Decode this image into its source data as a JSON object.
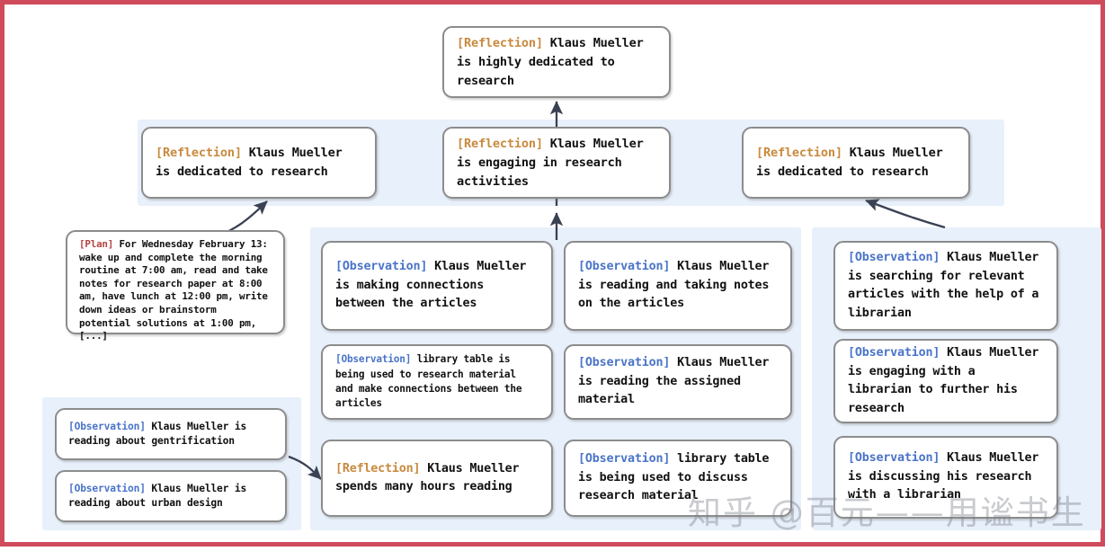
{
  "diagram": {
    "title": "Reflection tree for Klaus Mueller",
    "frame_color": "#cf4b5c",
    "band_color": "#e8f0fb",
    "node_border_color": "#8c8c8c",
    "tag_colors": {
      "reflection": "#c98a3e",
      "observation": "#4a74c9",
      "plan": "#b54242"
    }
  },
  "root": {
    "tag": "[Reflection]",
    "text": " Klaus Mueller is highly dedicated to research"
  },
  "reflections": [
    {
      "tag": "[Reflection]",
      "text": " Klaus Mueller is dedicated to research"
    },
    {
      "tag": "[Reflection]",
      "text": " Klaus Mueller is engaging in research activities"
    },
    {
      "tag": "[Reflection]",
      "text": " Klaus Mueller is dedicated to research"
    }
  ],
  "column_left": {
    "plan": {
      "tag": "[Plan]",
      "text": " For Wednesday February 13: wake up and complete the morning routine at 7:00 am, read and take notes for research paper at 8:00 am, have lunch at 12:00 pm, write down ideas or brainstorm potential solutions at 1:00 pm, [...]"
    },
    "observations": [
      {
        "tag": "[Observation]",
        "text": " Klaus Mueller is reading about gentrification"
      },
      {
        "tag": "[Observation]",
        "text": " Klaus Mueller is reading about urban design"
      }
    ]
  },
  "column_middle": [
    {
      "tag": "[Observation]",
      "text": " Klaus Mueller is making connections between the articles"
    },
    {
      "tag": "[Observation]",
      "text": " library table is being used to research material and make connections between the articles"
    },
    {
      "tag": "[Reflection]",
      "text": " Klaus Mueller spends many hours reading"
    }
  ],
  "column_center": [
    {
      "tag": "[Observation]",
      "text": " Klaus Mueller is reading and taking notes on the articles"
    },
    {
      "tag": "[Observation]",
      "text": " Klaus Mueller is reading the assigned material"
    },
    {
      "tag": "[Observation]",
      "text": " library table is being used to discuss research material"
    }
  ],
  "column_right": [
    {
      "tag": "[Observation]",
      "text": " Klaus Mueller is searching for relevant articles with the help of a librarian"
    },
    {
      "tag": "[Observation]",
      "text": " Klaus Mueller is engaging with a librarian to further his research"
    },
    {
      "tag": "[Observation]",
      "text": " Klaus Mueller is discussing his research with a librarian"
    }
  ],
  "watermark": "知乎 @百元——用谧书生"
}
